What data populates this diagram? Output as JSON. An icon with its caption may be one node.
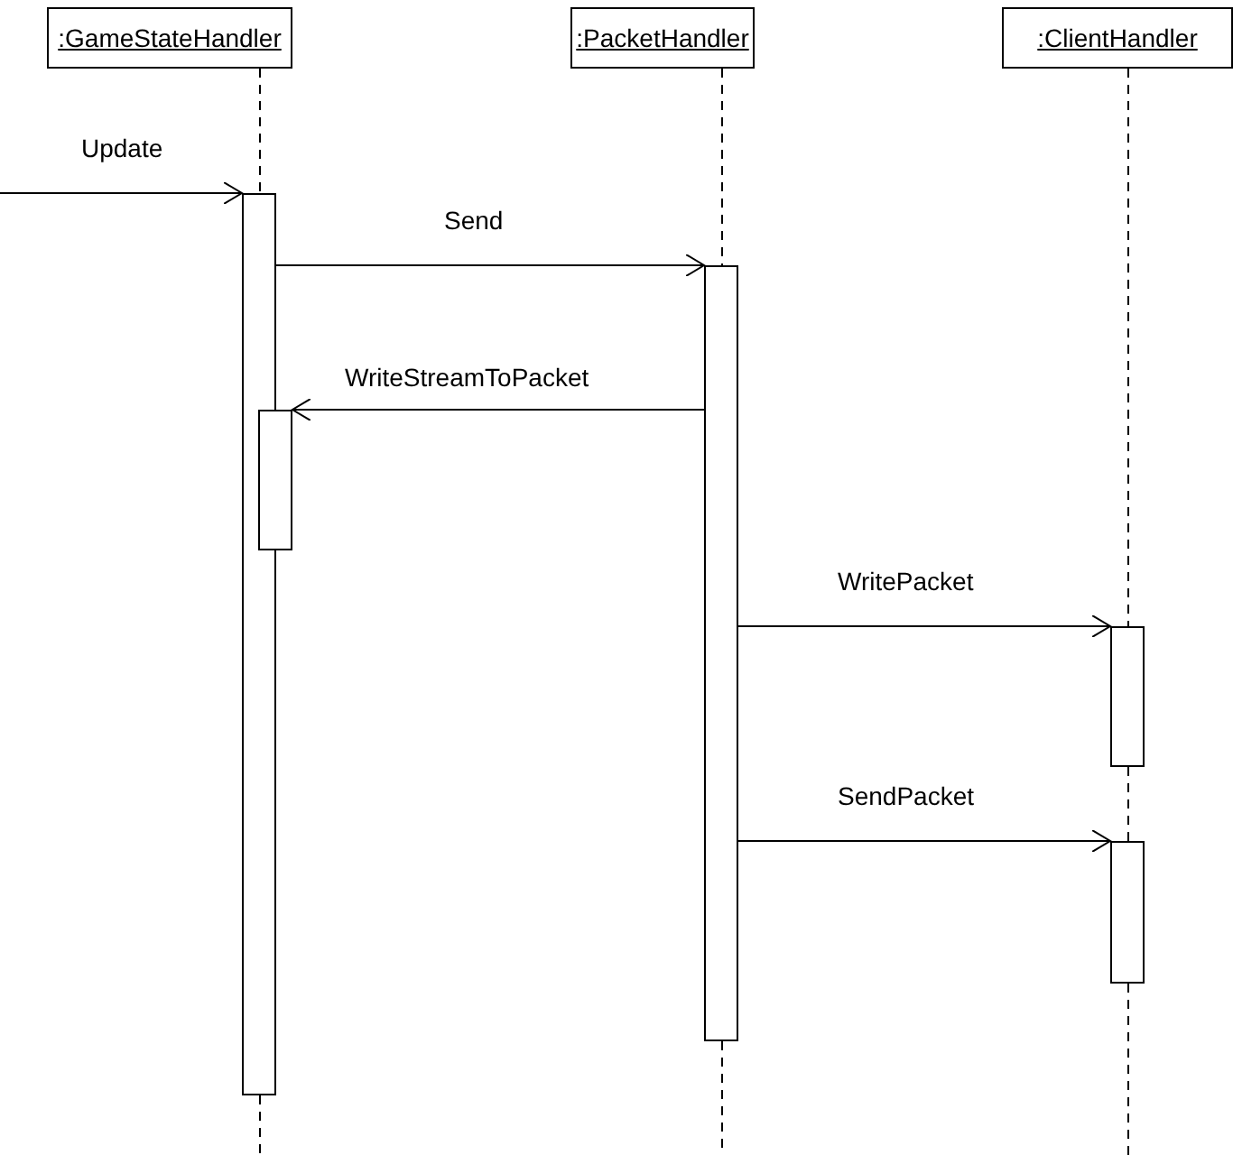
{
  "diagram": {
    "nodes": [
      {
        "text": [
          ":GameStateHandler"
        ]
      },
      {
        "text": [
          ":PacketHandler"
        ]
      },
      {
        "text": [
          ":ClientHandler"
        ]
      },
      {
        "text": [],
        "shape": "bar"
      },
      {
        "text": [],
        "shape": "bar"
      },
      {
        "text": [],
        "shape": "bar"
      },
      {
        "text": [],
        "shape": "bar"
      },
      {
        "text": [],
        "shape": "bar"
      }
    ],
    "edges": [
      {
        "from": 0,
        "to": 3,
        "arrow": "none",
        "style": "dashed"
      },
      {
        "from": 1,
        "to": 4,
        "arrow": "none",
        "style": "dashed"
      },
      {
        "from": 2,
        "to": 6,
        "arrow": "none",
        "style": "dashed"
      },
      {
        "from": 6,
        "to": 7,
        "arrow": "none",
        "style": "dashed"
      },
      {
        "from": null,
        "to": 3,
        "arrow": "to",
        "label": "Update"
      },
      {
        "from": 3,
        "to": 4,
        "arrow": "to",
        "label": "Send"
      },
      {
        "from": 4,
        "to": 5,
        "arrow": "to",
        "label": "WriteStreamToPacket"
      },
      {
        "from": 4,
        "to": 6,
        "arrow": "to",
        "label": "WritePacket"
      },
      {
        "from": 4,
        "to": 7,
        "arrow": "to",
        "label": "SendPacket"
      }
    ]
  }
}
